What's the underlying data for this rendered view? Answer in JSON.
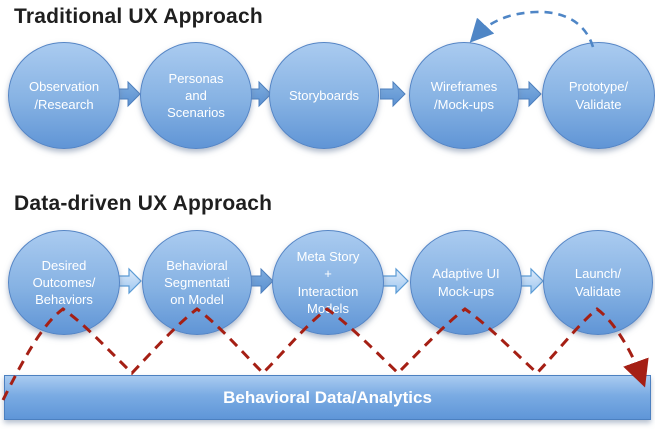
{
  "traditional_flow": {
    "title": "Traditional UX Approach",
    "steps": [
      {
        "label": "Observation\n/Research"
      },
      {
        "label": "Personas\nand\nScenarios"
      },
      {
        "label": "Storyboards"
      },
      {
        "label": "Wireframes\n/Mock-ups"
      },
      {
        "label": "Prototype/\nValidate"
      }
    ]
  },
  "data_driven_flow": {
    "title": "Data-driven UX Approach",
    "steps": [
      {
        "label": "Desired\nOutcomes/\nBehaviors"
      },
      {
        "label": "Behavioral\nSegmentati\non Model"
      },
      {
        "label": "Meta Story\n+\nInteraction\nModels"
      },
      {
        "label": "Adaptive UI\nMock-ups"
      },
      {
        "label": "Launch/\nValidate"
      }
    ]
  },
  "analytics_bar": {
    "label": "Behavioral Data/Analytics"
  },
  "colors": {
    "title_color": "#1f1f1f",
    "circle_top": "#aacbf0",
    "circle_bottom": "#6095d6",
    "circle_border": "#5585c5",
    "arrow_solid_top": "#7fadde",
    "arrow_solid_bottom": "#5b91d2",
    "arrow_solid_border": "#4d7fbd",
    "arrow_light_top": "#ddeafa",
    "arrow_light_bottom": "#9fc8f0",
    "arrow_light_border": "#5b9bd5",
    "bar_top": "#a9cbf0",
    "bar_bottom": "#5f96d8",
    "bar_border": "#4c80c0",
    "red_dash": "#a51f14",
    "blue_dash": "#4f86c6"
  }
}
